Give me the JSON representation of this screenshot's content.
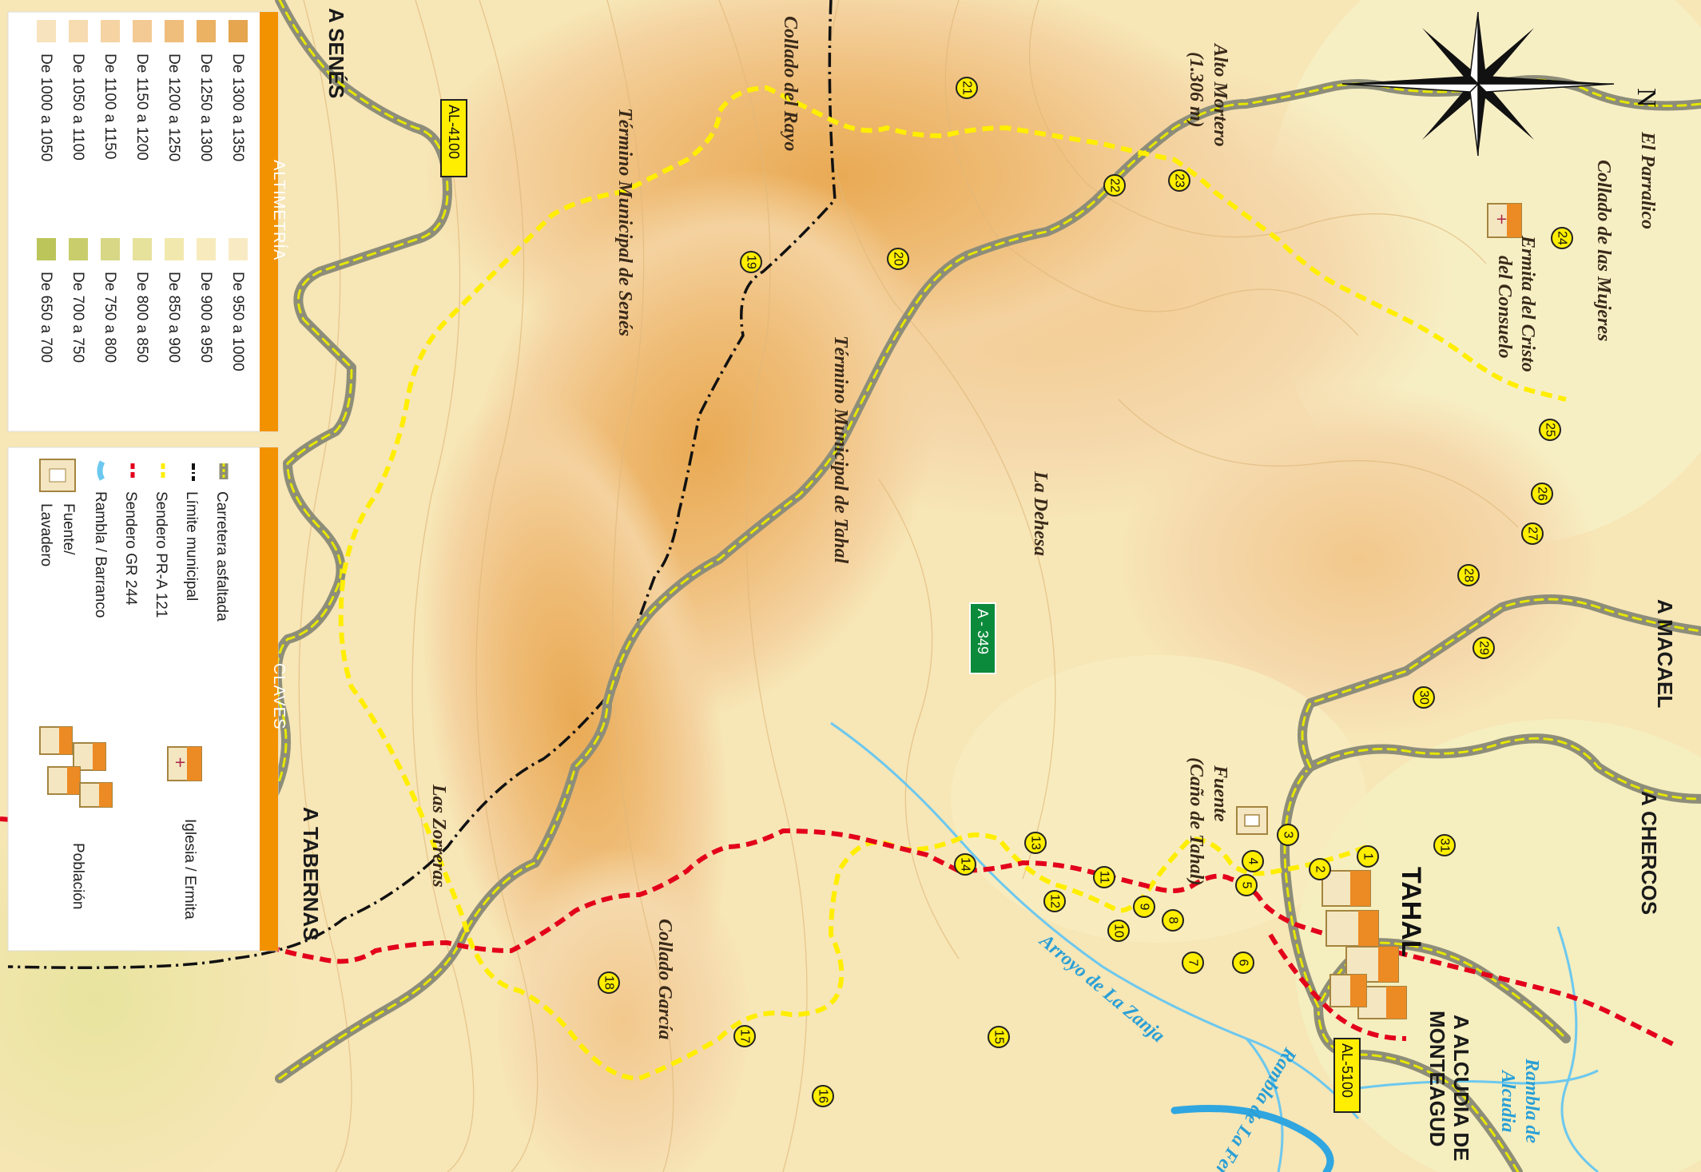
{
  "map": {
    "north": "N",
    "places": [
      "El Parralico",
      "Collado de las Mujeres",
      "Ermita del Cristo",
      "del Consuelo",
      "Alto Mortero",
      "(1.306 m)",
      "Collado del Rayo",
      "Término Municipal de Senés",
      "Término Municipal de Tahal",
      "La Dehesa",
      "Fuente",
      "(Caño de Tahal)",
      "Las Zorreras",
      "Collado García"
    ],
    "water": [
      "Arroyo de La Zanja",
      "Rambla de La Feria",
      "Rambla de",
      "Alcudia"
    ],
    "town": "TAHAL",
    "destinations": [
      "A SENÉS",
      "A TABERNAS",
      "A MACAEL",
      "A CHERCOS",
      "A ALCUDIA DE",
      "MONTEAGUD"
    ],
    "road_signs": [
      "AL-4100",
      "A - 349",
      "AL-5100"
    ],
    "waypoints": [
      "1",
      "2",
      "3",
      "4",
      "5",
      "6",
      "7",
      "8",
      "9",
      "10",
      "11",
      "12",
      "13",
      "14",
      "15",
      "16",
      "17",
      "18",
      "19",
      "20",
      "21",
      "22",
      "23",
      "24",
      "25",
      "26",
      "27",
      "28",
      "29",
      "30",
      "31"
    ]
  },
  "legend": {
    "altimetria_title": "ALTIMETRÍA",
    "altimetria_warm": [
      {
        "label": "De 1300 a 1350",
        "color": "#e5a64f"
      },
      {
        "label": "De 1250 a 1300",
        "color": "#ebb264"
      },
      {
        "label": "De 1200 a 1250",
        "color": "#f0be7c"
      },
      {
        "label": "De 1150 a 1200",
        "color": "#f3c994"
      },
      {
        "label": "De 1100 a 1150",
        "color": "#f5d3a2"
      },
      {
        "label": "De 1050 a 1100",
        "color": "#f6dcb0"
      },
      {
        "label": "De 1000 a 1050",
        "color": "#f7e3bd"
      }
    ],
    "altimetria_cool": [
      {
        "label": "De 950 a 1000",
        "color": "#f8ebc4"
      },
      {
        "label": "De 900 a 950",
        "color": "#f7ebbd"
      },
      {
        "label": "De 850 a 900",
        "color": "#f1e8ad"
      },
      {
        "label": "De 800 a 850",
        "color": "#e6e29c"
      },
      {
        "label": "De 750 a 800",
        "color": "#d7d785"
      },
      {
        "label": "De 700 a 750",
        "color": "#c9cd6c"
      },
      {
        "label": "De 650 a 700",
        "color": "#bcc55a"
      }
    ],
    "claves_title": "CLAVES",
    "claves": [
      {
        "label": "Carretera asfaltada",
        "icon": "road-icon"
      },
      {
        "label": "Límite municipal",
        "icon": "boundary-icon"
      },
      {
        "label": "Sendero PR-A 121",
        "icon": "pr-trail-icon"
      },
      {
        "label": "Sendero GR 244",
        "icon": "gr-trail-icon"
      },
      {
        "label": "Rambla / Barranco",
        "icon": "stream-icon"
      },
      {
        "label": "Fuente/",
        "icon": "fountain-icon"
      },
      {
        "label": "Lavadero",
        "icon": ""
      },
      {
        "label": "Iglesia / Ermita",
        "icon": "church-icon"
      },
      {
        "label": "Población",
        "icon": "town-icon"
      }
    ]
  }
}
